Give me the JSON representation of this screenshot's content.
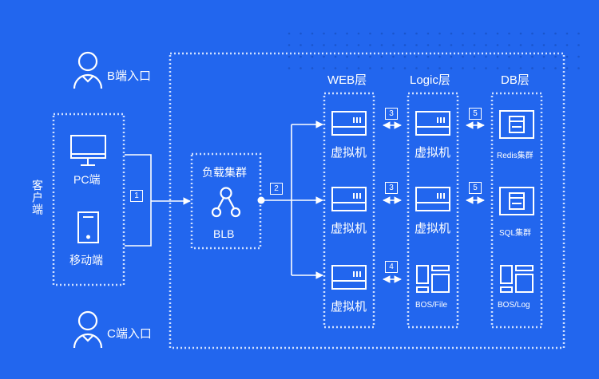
{
  "colors": {
    "background": "#2266ee",
    "foreground": "#ffffff",
    "grid_dot": "#1a55cc"
  },
  "entries": {
    "b_entry": "B端入口",
    "c_entry": "C端入口"
  },
  "client": {
    "group_label": "客户端",
    "pc_label": "PC端",
    "mobile_label": "移动端",
    "pc_icon": "monitor-icon",
    "mobile_icon": "mobile-phone-icon"
  },
  "load_balancer": {
    "title": "负载集群",
    "label": "BLB",
    "icon": "load-balancer-icon"
  },
  "layers": {
    "web": "WEB层",
    "logic": "Logic层",
    "db": "DB层"
  },
  "web_nodes": [
    "虚拟机",
    "虚拟机",
    "虚拟机"
  ],
  "logic_nodes": [
    "虚拟机",
    "虚拟机",
    "BOS/File"
  ],
  "db_nodes": [
    "Redis集群",
    "SQL集群",
    "BOS/Log"
  ],
  "steps": {
    "s1": "1",
    "s2": "2",
    "s3a": "3",
    "s3b": "3",
    "s4": "4",
    "s5a": "5",
    "s5b": "5"
  }
}
